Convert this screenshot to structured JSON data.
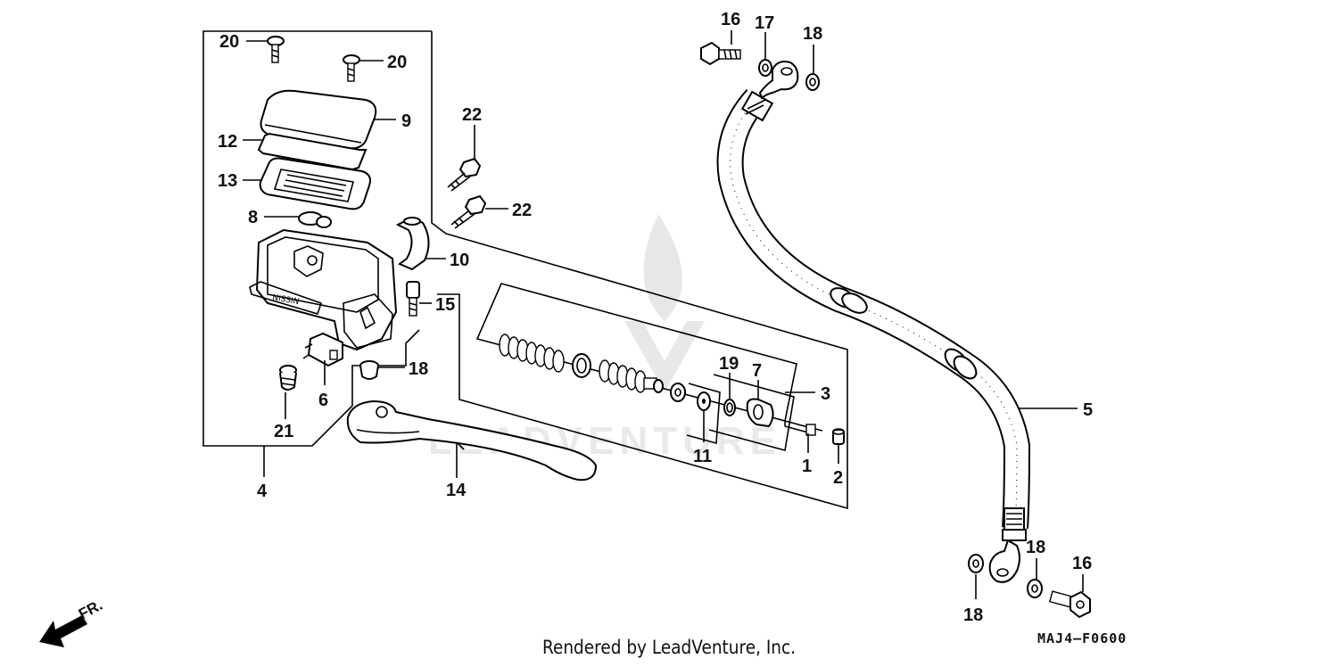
{
  "diagram": {
    "code": "MAJ4–F0600",
    "footer": "Rendered by LeadVenture, Inc.",
    "watermark": "LEADVENTURE",
    "direction_label": "FR.",
    "parts": [
      {
        "id": "p1",
        "label": "1"
      },
      {
        "id": "p2",
        "label": "2"
      },
      {
        "id": "p3",
        "label": "3"
      },
      {
        "id": "p4",
        "label": "4"
      },
      {
        "id": "p5",
        "label": "5"
      },
      {
        "id": "p6",
        "label": "6"
      },
      {
        "id": "p7",
        "label": "7"
      },
      {
        "id": "p8",
        "label": "8"
      },
      {
        "id": "p9",
        "label": "9"
      },
      {
        "id": "p10",
        "label": "10"
      },
      {
        "id": "p11",
        "label": "11"
      },
      {
        "id": "p12",
        "label": "12"
      },
      {
        "id": "p13",
        "label": "13"
      },
      {
        "id": "p14",
        "label": "14"
      },
      {
        "id": "p15",
        "label": "15"
      },
      {
        "id": "p16a",
        "label": "16"
      },
      {
        "id": "p16b",
        "label": "16"
      },
      {
        "id": "p17",
        "label": "17"
      },
      {
        "id": "p18a",
        "label": "18"
      },
      {
        "id": "p18b",
        "label": "18"
      },
      {
        "id": "p18c",
        "label": "18"
      },
      {
        "id": "p18d",
        "label": "18"
      },
      {
        "id": "p19",
        "label": "19"
      },
      {
        "id": "p20a",
        "label": "20"
      },
      {
        "id": "p20b",
        "label": "20"
      },
      {
        "id": "p21",
        "label": "21"
      },
      {
        "id": "p22a",
        "label": "22"
      },
      {
        "id": "p22b",
        "label": "22"
      }
    ]
  }
}
